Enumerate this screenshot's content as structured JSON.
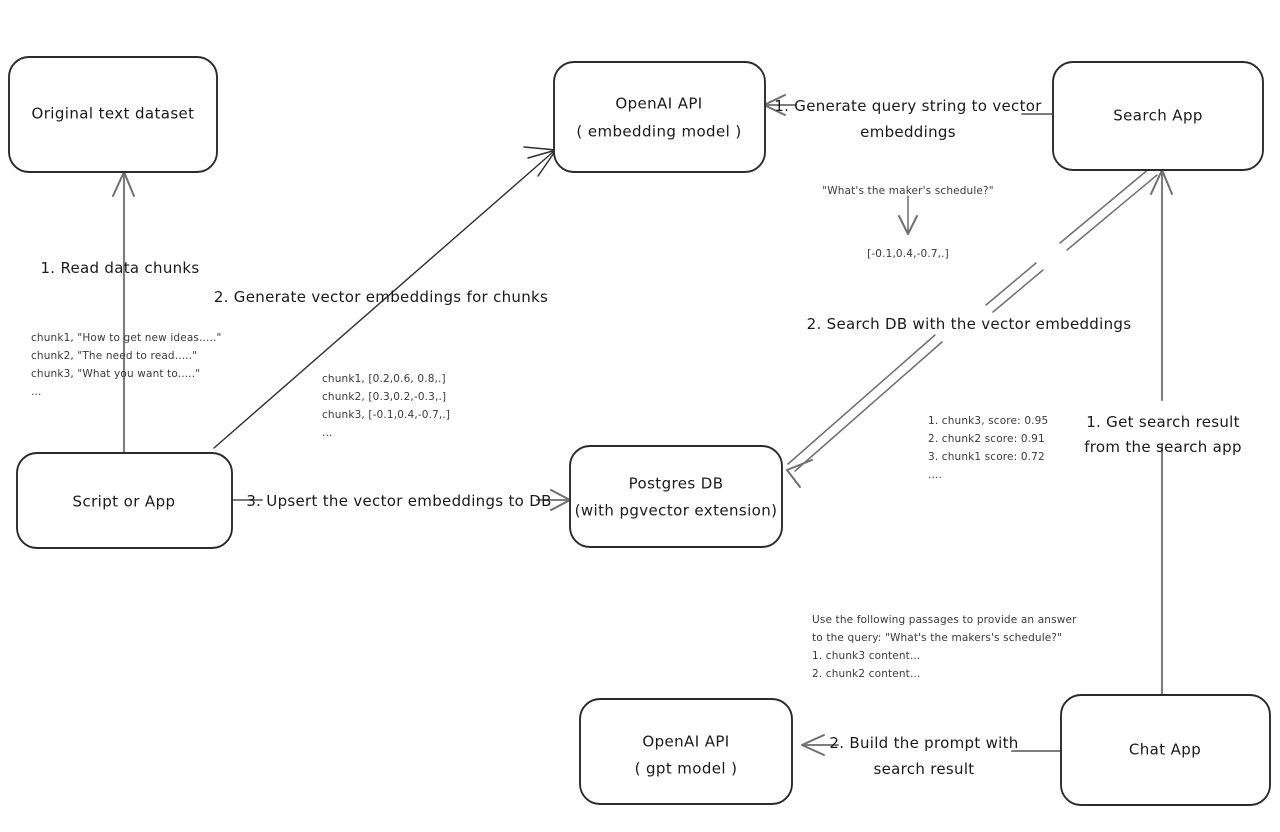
{
  "diagram": {
    "title": "Vector embedding search and chat architecture",
    "background_color": "#ffffff",
    "node_stroke_color": "#2b2b2b",
    "connector_color": "#7d7d7d",
    "note_color": "#3a3a3a"
  },
  "nodes": {
    "original_dataset": {
      "line1": "Original text dataset",
      "line2": ""
    },
    "script_or_app": {
      "line1": "Script or App",
      "line2": ""
    },
    "openai_embedding": {
      "line1": "OpenAI API",
      "line2": "( embedding model )"
    },
    "postgres_db": {
      "line1": "Postgres DB",
      "line2": "(with pgvector extension)"
    },
    "search_app": {
      "line1": "Search App",
      "line2": ""
    },
    "chat_app": {
      "line1": "Chat App",
      "line2": ""
    },
    "openai_gpt": {
      "line1": "OpenAI API",
      "line2": "( gpt model )"
    }
  },
  "edges": {
    "read_chunks": {
      "label": "1. Read data chunks"
    },
    "generate_embeddings": {
      "label": "2. Generate vector embeddings for chunks"
    },
    "upsert_db": {
      "label": "3. Upsert the vector embeddings  to DB"
    },
    "generate_query_embeddings": {
      "line1": "1. Generate query string to vector",
      "line2": "embeddings"
    },
    "search_db": {
      "label": "2. Search DB with the vector embeddings"
    },
    "get_search_result": {
      "line1": "1. Get search result",
      "line2": "from the search app"
    },
    "build_prompt": {
      "line1": "2. Build the prompt with",
      "line2": "search result"
    }
  },
  "notes": {
    "source_chunks": {
      "lines": [
        "chunk1, \"How to get new ideas.....\"",
        "chunk2, \"The need to read.....\"",
        "chunk3, \"What you want to.....\"",
        "..."
      ]
    },
    "chunk_embeddings": {
      "lines": [
        "chunk1, [0.2,0.6, 0.8,.]",
        "chunk2, [0.3,0.2,-0.3,.]",
        "chunk3, [-0.1,0.4,-0.7,.]",
        "..."
      ]
    },
    "query_example": {
      "query": "\"What's the maker's schedule?\"",
      "vector": "[-0.1,0.4,-0.7,.]"
    },
    "search_scores": {
      "lines": [
        "1. chunk3, score: 0.95",
        "2. chunk2 score: 0.91",
        "3. chunk1 score: 0.72",
        "...."
      ]
    },
    "prompt_template": {
      "lines": [
        "Use the following passages to provide an answer",
        "to the query: \"What's the makers's schedule?\"",
        "1. chunk3 content...",
        "2. chunk2 content..."
      ]
    }
  }
}
